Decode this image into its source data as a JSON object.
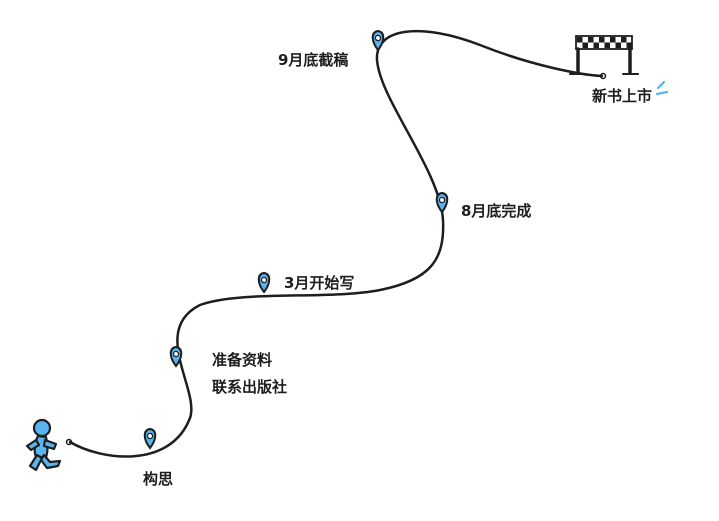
{
  "colors": {
    "ink": "#1e1e1e",
    "accent": "#5ab4f0",
    "background": "#ffffff"
  },
  "icons": {
    "start": "running-person-icon",
    "milestone": "map-pin-icon",
    "finish": "finish-line-gate-icon",
    "sparkle": "sparkle-icon"
  },
  "milestones": [
    {
      "id": "concept",
      "label": "构思"
    },
    {
      "id": "prepare",
      "label": "准备资料",
      "label2": "联系出版社"
    },
    {
      "id": "start-writing",
      "label": "3月开始写"
    },
    {
      "id": "august-done",
      "label": "8月底完成"
    },
    {
      "id": "september-deadline",
      "label": "9月底截稿"
    }
  ],
  "finish": {
    "label": "新书上市"
  }
}
